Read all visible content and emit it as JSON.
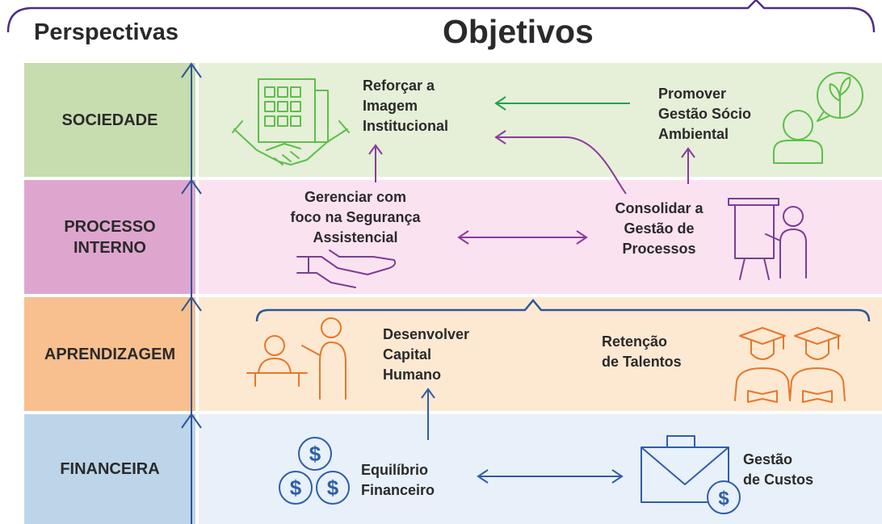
{
  "header": {
    "perspectives_label": "Perspectivas",
    "objectives_label": "Objetivos"
  },
  "rows": [
    {
      "label": "SOCIEDADE",
      "left_color": "#c7dcaf",
      "right_color": "#e6efd8"
    },
    {
      "label": "PROCESSO\nINTERNO",
      "left_color": "#dea6cf",
      "right_color": "#fbe2f1"
    },
    {
      "label": "APRENDIZAGEM",
      "left_color": "#f7c08e",
      "right_color": "#fde9d2"
    },
    {
      "label": "FINANCEIRA",
      "left_color": "#bcd5e9",
      "right_color": "#e8f0f9"
    }
  ],
  "objectives": {
    "reforcar": "Reforçar a\nImagem\nInstitucional",
    "promover": "Promover\nGestão Sócio\nAmbiental",
    "gerenciar": "Gerenciar com\nfoco na Segurança\nAssistencial",
    "consolidar": "Consolidar a\nGestão de\nProcessos",
    "desenvolver": "Desenvolver\nCapital\nHumano",
    "retencao": "Retenção\nde Talentos",
    "equilibrio": "Equilíbrio\nFinanceiro",
    "custos": "Gestão\nde Custos"
  },
  "icons": {
    "building_handshake": "building-handshake-icon",
    "person_plant": "person-plant-icon",
    "hand": "open-hand-icon",
    "presenter": "presenter-icon",
    "teacher": "teacher-student-icon",
    "graduates": "graduates-icon",
    "coins": "coins-dollar-icon",
    "envelope": "envelope-dollar-icon"
  },
  "colors": {
    "axis": "#2f5597",
    "brace": "#4f2c87",
    "sociedade_icon": "#5cbf4a",
    "processo_icon": "#7b3e95",
    "aprendizagem_icon": "#e8762a",
    "financeira_icon": "#2e5ea8",
    "green_arrow": "#22a24a",
    "purple_arrow": "#8a3a9e",
    "blue_arrow": "#2e5ea8",
    "text": "#2a2a2a"
  }
}
